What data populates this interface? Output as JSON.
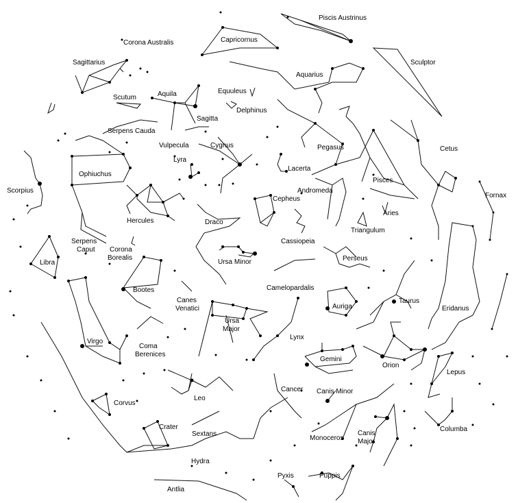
{
  "constellations": {
    "piscis_austrinus": "Piscis Austrinus",
    "capricornus": "Capricornus",
    "corona_australis": "Corona Australis",
    "sagittarius": "Sagittarius",
    "sculptor": "Sculptor",
    "aquarius": "Aquarius",
    "scutum": "Scutum",
    "aquila": "Aquila",
    "equuleus": "Equuleus",
    "delphinus": "Delphinus",
    "sagitta": "Sagitta",
    "serpens_cauda": "Serpens Cauda",
    "vulpecula": "Vulpecula",
    "cygnus": "Cygnus",
    "pegasus": "Pegasus",
    "cetus": "Cetus",
    "lyra": "Lyra",
    "ophiuchus": "Ophiuchus",
    "lacerta": "Lacerta",
    "scorpius": "Scorpius",
    "andromeda": "Andromeda",
    "pisces": "Pisces",
    "fornax": "Fornax",
    "cepheus": "Cepheus",
    "aries": "Aries",
    "hercules": "Hercules",
    "draco": "Draco",
    "triangulum": "Triangulum",
    "serpens_caput": "Serpens\nCaput",
    "corona_borealis": "Corona\nBorealis",
    "cassiopeia": "Cassiopeia",
    "libra": "Libra",
    "ursa_minor": "Ursa Minor",
    "perseus": "Perseus",
    "camelopardalis": "Camelopardalis",
    "bootes": "Bootes",
    "canes_venatici": "Canes\nVenatici",
    "taurus": "Taurus",
    "auriga": "Auriga",
    "eridanus": "Eridanus",
    "ursa_major": "Ursa\nMajor",
    "lynx": "Lynx",
    "virgo": "Virgo",
    "coma_berenices": "Coma\nBerenices",
    "gemini": "Gemini",
    "orion": "Orion",
    "lepus": "Lepus",
    "cancer": "Cancer",
    "canis_minor": "Canis Minor",
    "leo": "Leo",
    "corvus": "Corvus",
    "columba": "Columba",
    "crater": "Crater",
    "canis_major": "Canis\nMajor",
    "sextans": "Sextans",
    "monoceros": "Monoceros",
    "hydra": "Hydra",
    "pyxis": "Pyxis",
    "puppis": "Puppis",
    "antlia": "Antlia"
  }
}
